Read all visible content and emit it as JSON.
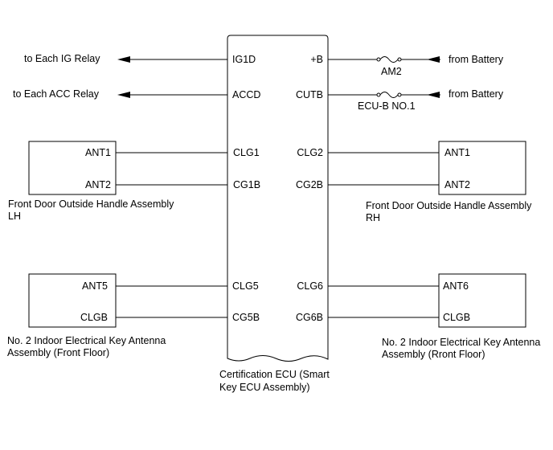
{
  "ecu": {
    "name_line1": "Certification ECU (Smart",
    "name_line2": "Key ECU Assembly)",
    "left_pins": [
      "IG1D",
      "ACCD",
      "CLG1",
      "CG1B",
      "CLG5",
      "CG5B"
    ],
    "right_pins": [
      "+B",
      "CUTB",
      "CLG2",
      "CG2B",
      "CLG6",
      "CG6B"
    ]
  },
  "left_outputs": {
    "ig_relay": "to Each IG Relay",
    "acc_relay": "to Each ACC Relay"
  },
  "right_inputs": {
    "battery_top": "from Battery",
    "battery_bottom": "from Battery"
  },
  "fuses": {
    "top": "AM2",
    "bottom": "ECU-B NO.1"
  },
  "components": {
    "front_lh": {
      "pins": [
        "ANT1",
        "ANT2"
      ],
      "label_line1": "Front Door Outside Handle Assembly",
      "label_line2": "LH"
    },
    "front_rh": {
      "pins": [
        "ANT1",
        "ANT2"
      ],
      "label_line1": "Front Door Outside Handle Assembly",
      "label_line2": "RH"
    },
    "indoor_left": {
      "pins": [
        "ANT5",
        "CLGB"
      ],
      "label_line1": "No. 2 Indoor Electrical Key Antenna",
      "label_line2": "Assembly (Front Floor)"
    },
    "indoor_right": {
      "pins": [
        "ANT6",
        "CLGB"
      ],
      "label_line1": "No. 2 Indoor Electrical Key Antenna",
      "label_line2": "Assembly (Rront Floor)"
    }
  }
}
